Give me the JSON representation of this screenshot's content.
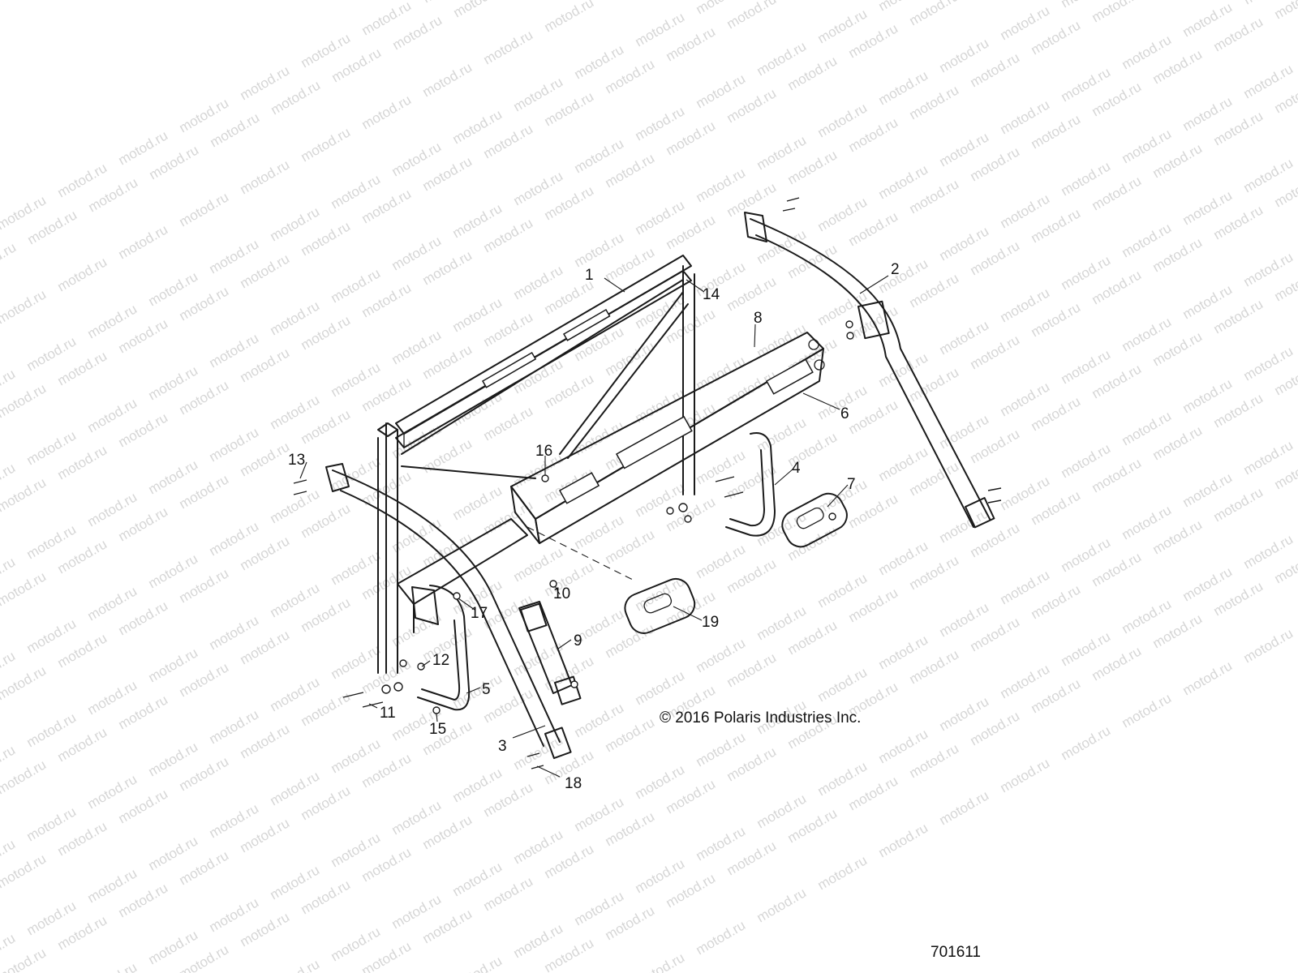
{
  "watermark": {
    "text": "motod.ru"
  },
  "copyright": "© 2016 Polaris Industries Inc.",
  "drawing_number": "701611",
  "callouts": [
    "1",
    "2",
    "3",
    "4",
    "5",
    "6",
    "7",
    "8",
    "9",
    "10",
    "11",
    "12",
    "13",
    "14",
    "15",
    "16",
    "17",
    "18",
    "19"
  ]
}
